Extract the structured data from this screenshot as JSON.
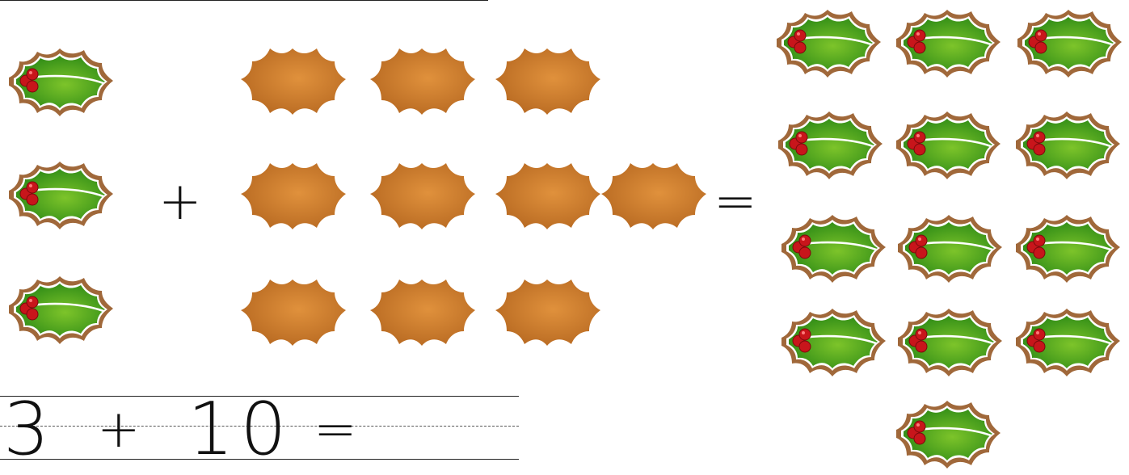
{
  "equation": {
    "left_count": 3,
    "right_count": 10,
    "result_count": 13,
    "plus_symbol": "+",
    "equals_symbol": "="
  },
  "writing_line": {
    "first_number": "3",
    "plus": "+",
    "second_number": "10",
    "equals": "="
  },
  "colors": {
    "leaf_light": "#7dc42a",
    "leaf_dark": "#2e8b16",
    "leaf_border": "#a0683a",
    "berry": "#c8151b",
    "cookie_light": "#e0913c",
    "cookie_dark": "#b86a22"
  },
  "icons": {
    "green_item": "holly-leaf-icon",
    "brown_item": "cookie-icon"
  }
}
